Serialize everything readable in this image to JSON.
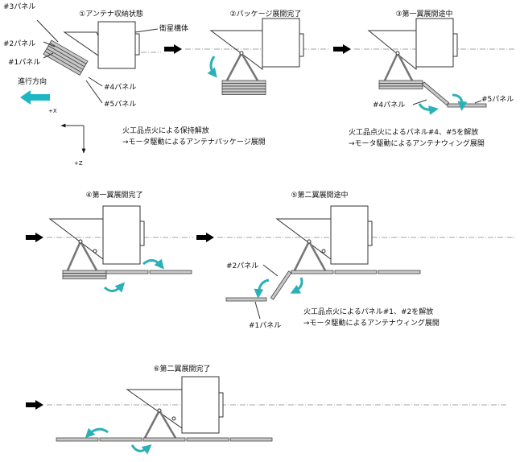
{
  "steps": {
    "s1": {
      "title": "①アンテナ収納状態",
      "labels": {
        "panel3": "#3パネル",
        "panel2": "#2パネル",
        "panel1": "#1パネル",
        "panel4": "#4パネル",
        "panel5": "#5パネル",
        "body": "衛星構体",
        "travel": "進行方向",
        "plus_x": "+X",
        "plus_z": "+Z"
      },
      "note_line1": "火工品点火による保持解放",
      "note_line2": "→モータ駆動によるアンテナパッケージ展開"
    },
    "s2": {
      "title": "②パッケージ展開完了"
    },
    "s3": {
      "title": "③第一翼展開途中",
      "labels": {
        "panel4": "#4パネル",
        "panel5": "#5パネル"
      },
      "note_line1": "火工品点火によるパネル#4、#5を解放",
      "note_line2": "→モータ駆動によるアンテナウィング展開"
    },
    "s4": {
      "title": "④第一翼展開完了"
    },
    "s5": {
      "title": "⑤第二翼展開途中",
      "labels": {
        "panel2": "#2パネル",
        "panel1": "#1パネル"
      },
      "note_line1": "火工品点火によるパネル#1、#2を解放",
      "note_line2": "→モータ駆動によるアンテナウィング展開"
    },
    "s6": {
      "title": "⑥第二翼展開完了"
    }
  },
  "colors": {
    "rotation_arrow": "#2bb0b8",
    "travel_arrow": "#1fb6c4",
    "panel": "#c8c8c8"
  }
}
